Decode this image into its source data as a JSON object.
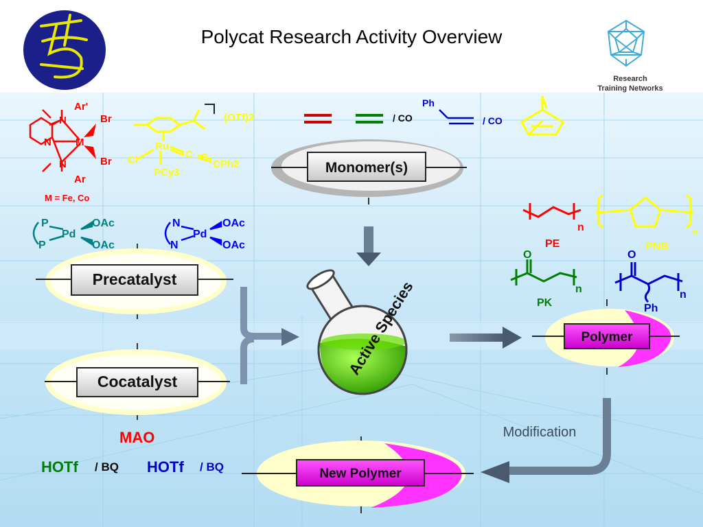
{
  "slide": {
    "title": "Polycat Research Activity Overview",
    "rtn_label_line1": "Research",
    "rtn_label_line2": "Training Networks"
  },
  "stages": {
    "monomer": "Monomer(s)",
    "precatalyst": "Precatalyst",
    "cocatalyst": "Cocatalyst",
    "active_species": "Active Species",
    "polymer": "Polymer",
    "new_polymer": "New Polymer",
    "modification": "Modification"
  },
  "catalyst_complexes": {
    "ar_prime": "Ar'",
    "br_top": "Br",
    "br_bottom": "Br",
    "n_top": "N",
    "n_ring": "N",
    "n_bottom": "N",
    "metal": "M",
    "ar": "Ar",
    "metal_note": "M = Fe, Co",
    "ruthenium": "Ru",
    "ru_c1": "C",
    "ru_c2": "C",
    "ru_end": "CPh2",
    "chloride": "Cl",
    "phosphine": "PCy3",
    "triflate": "(OTf)2",
    "pd_left": "Pd",
    "pd_right": "Pd",
    "p_top": "P",
    "p_bottom": "P",
    "n_pd_top": "N",
    "n_pd_bottom": "N",
    "oac_1": "OAc",
    "oac_2": "OAc",
    "oac_3": "OAc",
    "oac_4": "OAc"
  },
  "monomers": {
    "co_1": "/ CO",
    "co_2": "/ CO",
    "phenyl": "Ph"
  },
  "polymers": {
    "pe": "PE",
    "pnb": "PNB",
    "pk": "PK",
    "n_pe": "n",
    "n_pnb": "n",
    "n_pk": "n",
    "n_ps": "n",
    "o_pk": "O",
    "o_ps": "O",
    "ph_ps": "Ph"
  },
  "cocatalysts": {
    "mao": "MAO",
    "hotf_1": "HOTf",
    "bq_1": "/ BQ",
    "hotf_2": "HOTf",
    "bq_2": "/ BQ"
  },
  "colors": {
    "fe_co": "#ff0000",
    "ruthenium": "#ffff00",
    "pd_phos": "#008080",
    "pd_diimine": "#0000ff",
    "pe": "#ff0000",
    "pnb": "#ffff00",
    "pk": "#008000",
    "ps": "#0000cc",
    "flask": "#44cc00",
    "magenta": "#ff00ff"
  },
  "icons": [
    "5-logo-icon",
    "geodesic-sphere-icon"
  ]
}
